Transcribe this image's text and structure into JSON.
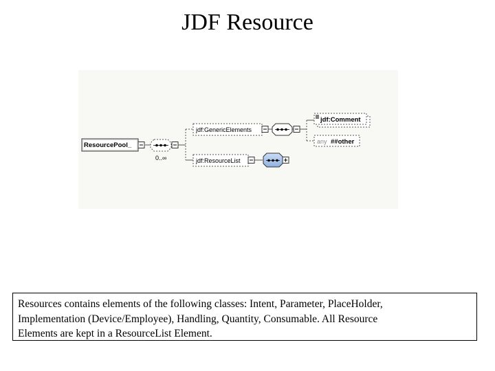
{
  "title": "JDF Resource",
  "diagram": {
    "root": "ResourcePool_",
    "cardinality": "0..∞",
    "branches": [
      {
        "label": "jdf:GenericElements"
      },
      {
        "label": "jdf:ResourceList"
      }
    ],
    "leaves": {
      "comment": "jdf:Comment",
      "any_prefix": "any",
      "any_value": "##other"
    },
    "colors": {
      "panel_bg": "#f8f8f4",
      "node_fill": "#ffffff",
      "highlight_fill": "#a9c6ec",
      "line": "#555555"
    },
    "icons": [
      "sequence-icon",
      "collapse-minus-icon",
      "expand-plus-icon"
    ]
  },
  "caption": {
    "lines": [
      "Resources contains elements of the following classes: Intent, Parameter, PlaceHolder,",
      "Implementation (Device/Employee), Handling, Quantity, Consumable. All Resource",
      "Elements are kept in a ResourceList Element."
    ]
  }
}
